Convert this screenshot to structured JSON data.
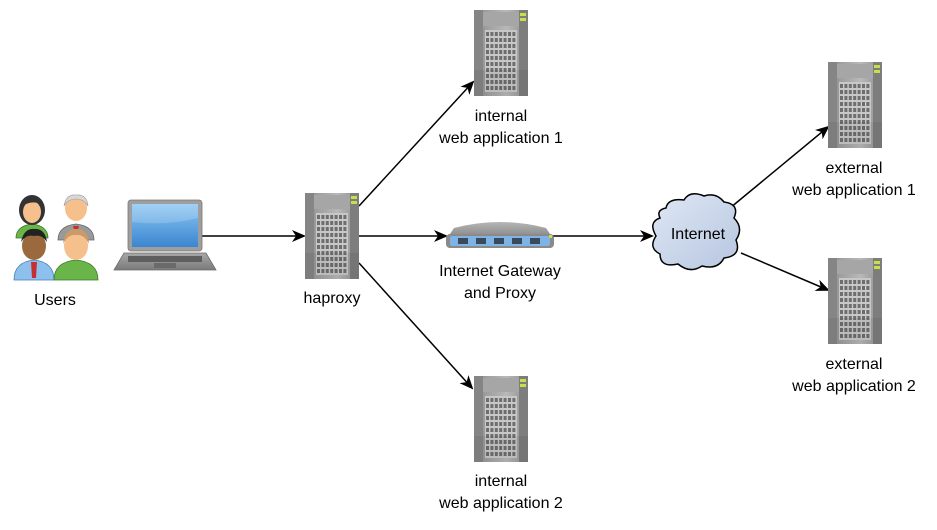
{
  "diagram": {
    "nodes": {
      "users": {
        "label": "Users",
        "icon": "users-group-icon"
      },
      "laptop": {
        "label": "",
        "icon": "laptop-icon"
      },
      "haproxy": {
        "label": "haproxy",
        "icon": "server-icon"
      },
      "gateway": {
        "label_line1": "Internet Gateway",
        "label_line2": "and Proxy",
        "icon": "router-icon"
      },
      "internet": {
        "label": "Internet",
        "icon": "cloud-icon"
      },
      "internal1": {
        "label_line1": "internal",
        "label_line2": "web application 1",
        "icon": "server-icon"
      },
      "internal2": {
        "label_line1": "internal",
        "label_line2": "web application 2",
        "icon": "server-icon"
      },
      "external1": {
        "label_line1": "external",
        "label_line2": "web application 1",
        "icon": "server-icon"
      },
      "external2": {
        "label_line1": "external",
        "label_line2": "web application 2",
        "icon": "server-icon"
      }
    },
    "edges": [
      {
        "from": "laptop",
        "to": "haproxy"
      },
      {
        "from": "haproxy",
        "to": "internal1"
      },
      {
        "from": "haproxy",
        "to": "gateway"
      },
      {
        "from": "haproxy",
        "to": "internal2"
      },
      {
        "from": "gateway",
        "to": "internet"
      },
      {
        "from": "internet",
        "to": "external1"
      },
      {
        "from": "internet",
        "to": "external2"
      }
    ],
    "colors": {
      "edge": "#000000",
      "cloud_fill": "#c9d6ea",
      "server_body": "#8a8a8a",
      "server_led": "#c6e04a",
      "laptop_screen": "#3f8fd8",
      "router_ports": "#7fb2e5"
    }
  }
}
